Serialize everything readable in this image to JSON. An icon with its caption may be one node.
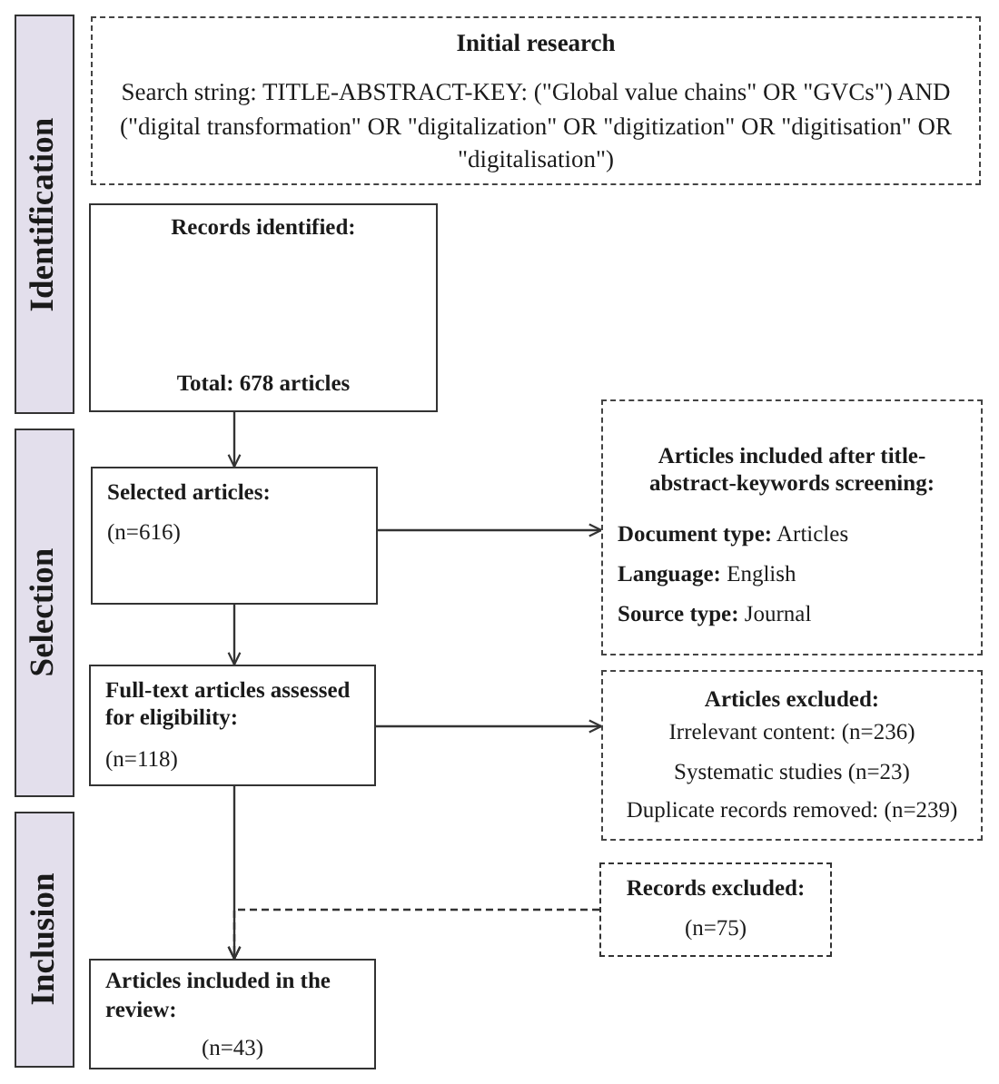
{
  "diagram": {
    "nodes": [
      {
        "text": [
          "Identification"
        ]
      },
      {
        "text": [
          "Initial research",
          "Search string: TITLE-ABSTRACT-KEY: (\"Global value chains\" OR \"GVCs\") AND (\"digital transformation\" OR \"digitalization\" OR \"digitization\" OR \"digitisation\" OR \"digitalisation\")"
        ]
      },
      {
        "text": [
          "Records identified:",
          "Total: 678 articles"
        ]
      },
      {
        "text": [
          "Selection"
        ]
      },
      {
        "text": [
          "Selected articles:",
          "(n=616)"
        ]
      },
      {
        "text": [
          "Articles included after title-abstract-keywords screening:",
          "**Document type:** Articles",
          "**Language:** English",
          "**Source type:** Journal"
        ]
      },
      {
        "text": [
          "Full-text articles assessed for eligibility:",
          "(n=118)"
        ]
      },
      {
        "text": [
          "Articles excluded:",
          "Irrelevant content: (n=236)",
          "Systematic studies (n=23)",
          "Duplicate records removed: (n=239)"
        ]
      },
      {
        "text": [
          "Inclusion"
        ]
      },
      {
        "text": [
          "Records excluded:",
          "(n=75)"
        ]
      },
      {
        "text": [
          "Articles included in the review:",
          "(n=43)"
        ]
      }
    ],
    "edges": [
      {
        "from": 2,
        "to": 4,
        "arrow": "to"
      },
      {
        "from": 4,
        "to": 5,
        "arrow": "to"
      },
      {
        "from": 4,
        "to": 6,
        "arrow": "to"
      },
      {
        "from": 6,
        "to": 7,
        "arrow": "to"
      },
      {
        "from": 6,
        "to": 10,
        "arrow": "to"
      },
      {
        "from": 9,
        "to": 10,
        "arrow": "to",
        "style": "dashed"
      }
    ]
  }
}
